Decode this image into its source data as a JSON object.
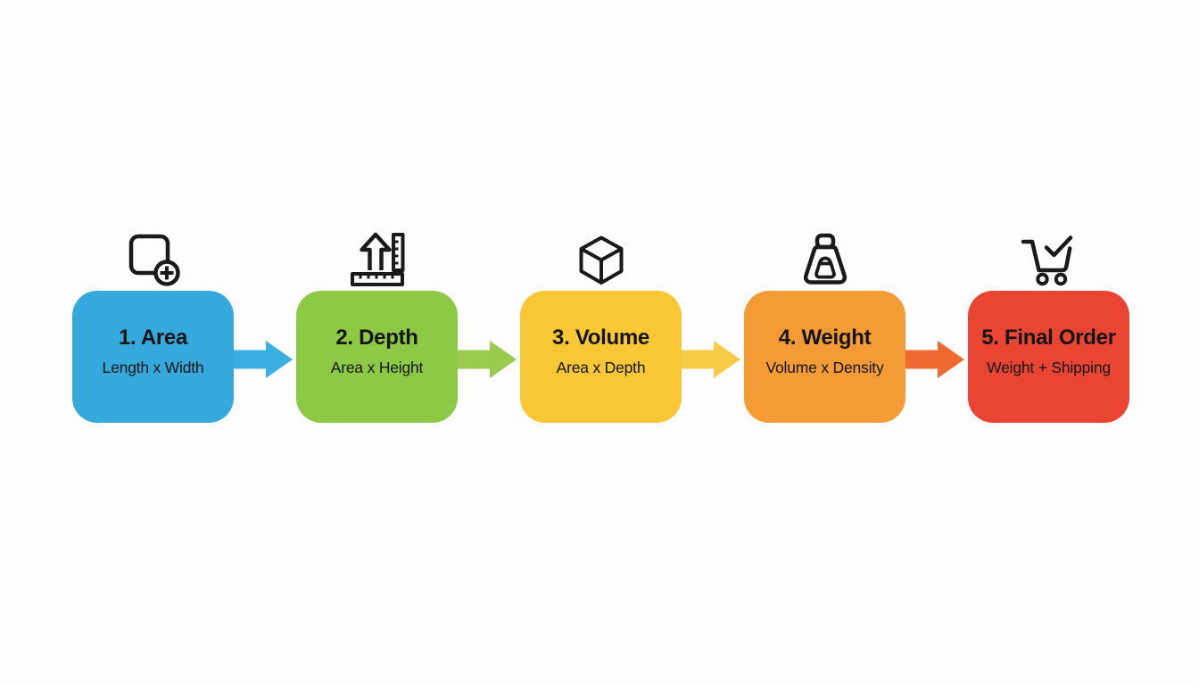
{
  "flow": {
    "background_color": "#fdfdfd",
    "icon_color": "#1a1a1a",
    "text_color": "#141414",
    "steps": [
      {
        "title": "1. Area",
        "subtitle": "Length x Width",
        "color": "#35a9dc",
        "icon": "add-area-icon"
      },
      {
        "title": "2. Depth",
        "subtitle": "Area x Height",
        "color": "#8dc944",
        "icon": "height-ruler-icon"
      },
      {
        "title": "3. Volume",
        "subtitle": "Area x Depth",
        "color": "#f8c735",
        "icon": "cube-icon"
      },
      {
        "title": "4. Weight",
        "subtitle": "Volume x Density",
        "color": "#f59b35",
        "icon": "weight-icon"
      },
      {
        "title": "5. Final Order",
        "subtitle": "Weight + Shipping",
        "color": "#ea4532",
        "icon": "cart-check-icon"
      }
    ],
    "arrows": [
      {
        "from": "Area",
        "to": "Depth",
        "color": "#3baee2"
      },
      {
        "from": "Depth",
        "to": "Volume",
        "color": "#9acb4f"
      },
      {
        "from": "Volume",
        "to": "Weight",
        "color": "#f9cc48"
      },
      {
        "from": "Weight",
        "to": "Final Order",
        "color": "#ee6a31"
      }
    ]
  }
}
